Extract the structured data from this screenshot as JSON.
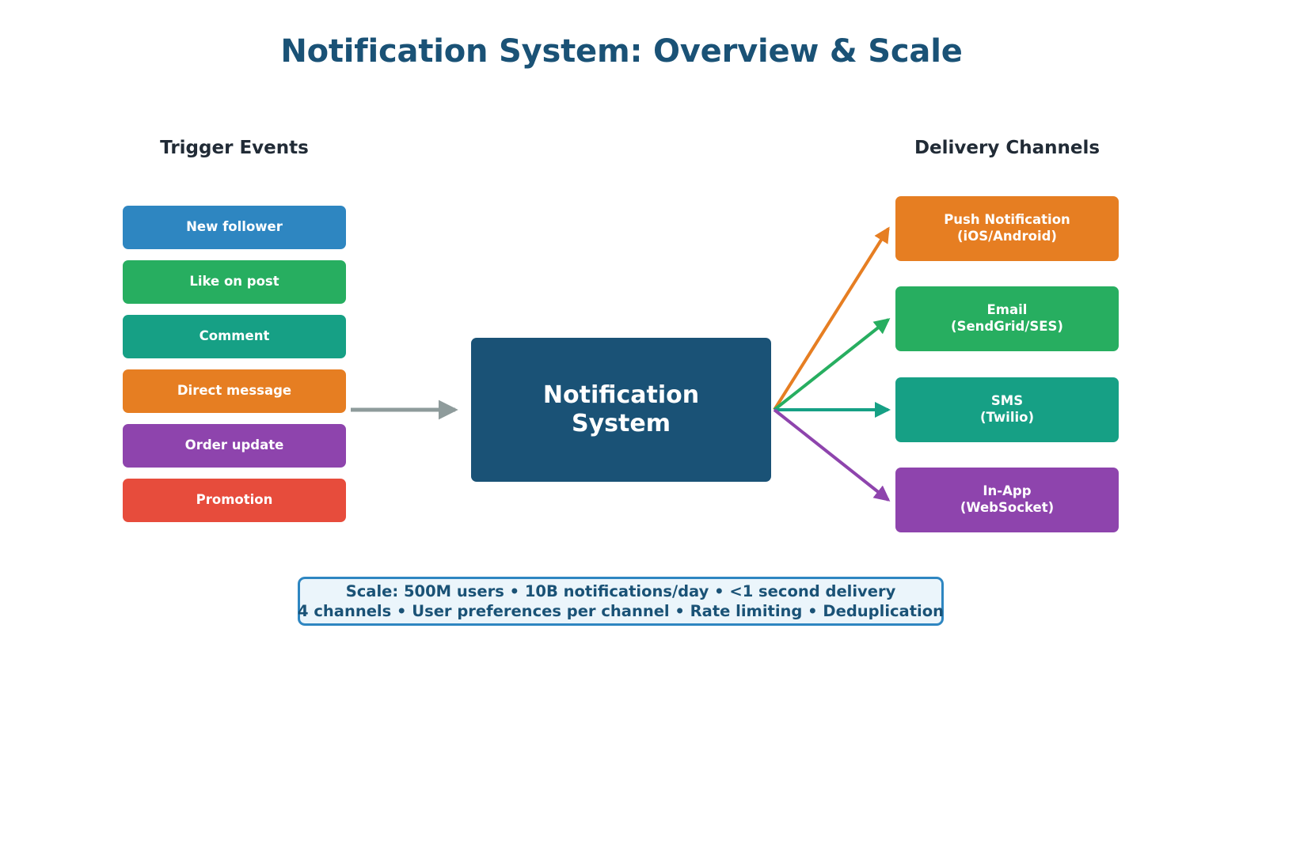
{
  "title": "Notification System: Overview & Scale",
  "headings": {
    "left": "Trigger Events",
    "right": "Delivery Channels"
  },
  "hub": {
    "line1": "Notification",
    "line2": "System",
    "color": "#1A5276"
  },
  "triggers": [
    {
      "label": "New follower",
      "color": "#2E86C1"
    },
    {
      "label": "Like on post",
      "color": "#27AE60"
    },
    {
      "label": "Comment",
      "color": "#16A085"
    },
    {
      "label": "Direct message",
      "color": "#E67E22"
    },
    {
      "label": "Order update",
      "color": "#8E44AD"
    },
    {
      "label": "Promotion",
      "color": "#E74C3C"
    }
  ],
  "channels": [
    {
      "line1": "Push Notification",
      "line2": "(iOS/Android)",
      "color": "#E67E22"
    },
    {
      "line1": "Email",
      "line2": "(SendGrid/SES)",
      "color": "#27AE60"
    },
    {
      "line1": "SMS",
      "line2": "(Twilio)",
      "color": "#16A085"
    },
    {
      "line1": "In-App",
      "line2": "(WebSocket)",
      "color": "#8E44AD"
    }
  ],
  "arrows": {
    "input_color": "#8E9B9B",
    "push_color": "#E67E22",
    "email_color": "#27AE60",
    "sms_color": "#16A085",
    "inapp_color": "#8E44AD"
  },
  "scale_note": {
    "line1": "Scale: 500M users • 10B notifications/day • <1 second delivery",
    "line2": "4 channels • User preferences per channel • Rate limiting • Deduplication",
    "border_color": "#2E86C1",
    "background_color": "#EBF5FB",
    "text_color": "#1A5276"
  }
}
